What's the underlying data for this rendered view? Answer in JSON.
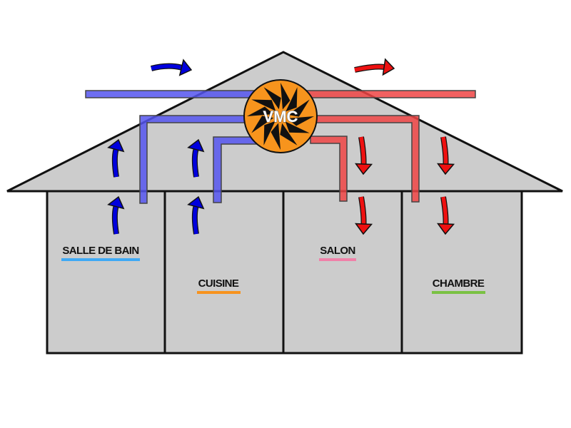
{
  "fan": {
    "label": "VMC",
    "color": "#F7941D"
  },
  "colors": {
    "extract_duct": "#5555EE",
    "supply_duct": "#EE4444",
    "extract_arrow": "#0000DD",
    "supply_arrow": "#EE1111",
    "house_fill": "#CCCCCC",
    "outline": "#111111"
  },
  "rooms": [
    {
      "id": "salle-de-bain",
      "label": "SALLE DE BAIN",
      "underline_color": "#3FA9F5",
      "airflow": "extract"
    },
    {
      "id": "cuisine",
      "label": "CUISINE",
      "underline_color": "#F7931E",
      "airflow": "extract"
    },
    {
      "id": "salon",
      "label": "SALON",
      "underline_color": "#F080A8",
      "airflow": "supply"
    },
    {
      "id": "chambre",
      "label": "CHAMBRE",
      "underline_color": "#7AC143",
      "airflow": "supply"
    }
  ]
}
